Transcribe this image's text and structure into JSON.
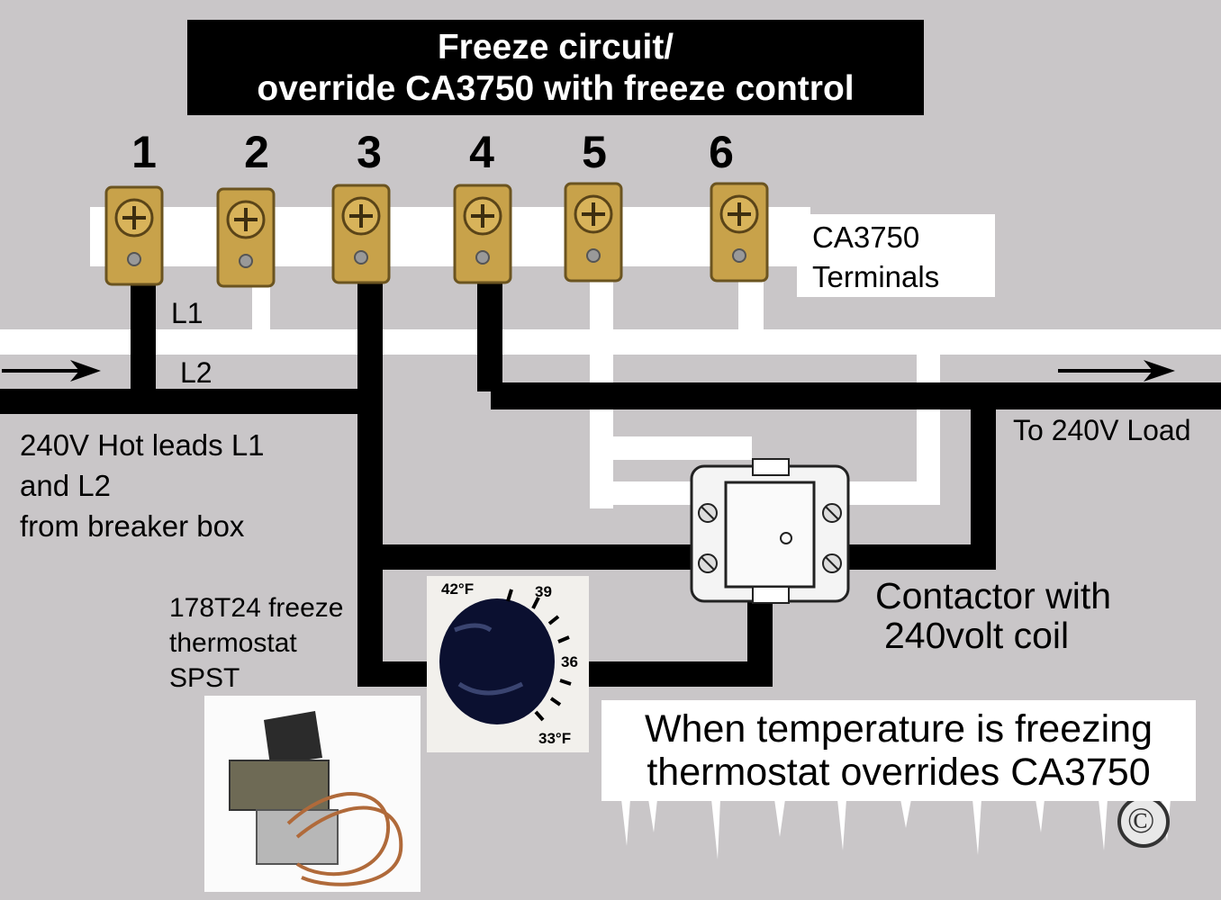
{
  "title": {
    "line1": "Freeze circuit/",
    "line2": "override CA3750 with freeze control"
  },
  "terminals": {
    "numbers": [
      "1",
      "2",
      "3",
      "4",
      "5",
      "6"
    ],
    "label_line1": "CA3750",
    "label_line2": "Terminals"
  },
  "wires": {
    "l1": "L1",
    "l2": "L2"
  },
  "supply": {
    "line1": "240V Hot leads L1",
    "line2": "and L2",
    "line3": "from breaker box"
  },
  "load": {
    "label": "To 240V Load"
  },
  "thermostat": {
    "line1": "178T24 freeze",
    "line2": "thermostat",
    "line3": "SPST",
    "dial_labels": [
      "42°F",
      "39",
      "36",
      "33°F"
    ]
  },
  "contactor": {
    "line1": "Contactor with",
    "line2": "240volt coil"
  },
  "note": {
    "line1": "When  temperature is freezing",
    "line2": "thermostat overrides CA3750"
  },
  "copyright_symbol": "©",
  "colors": {
    "background": "#c9c6c8",
    "wire_black": "#000000",
    "wire_white": "#ffffff",
    "terminal_brass": "#c8a24a"
  }
}
